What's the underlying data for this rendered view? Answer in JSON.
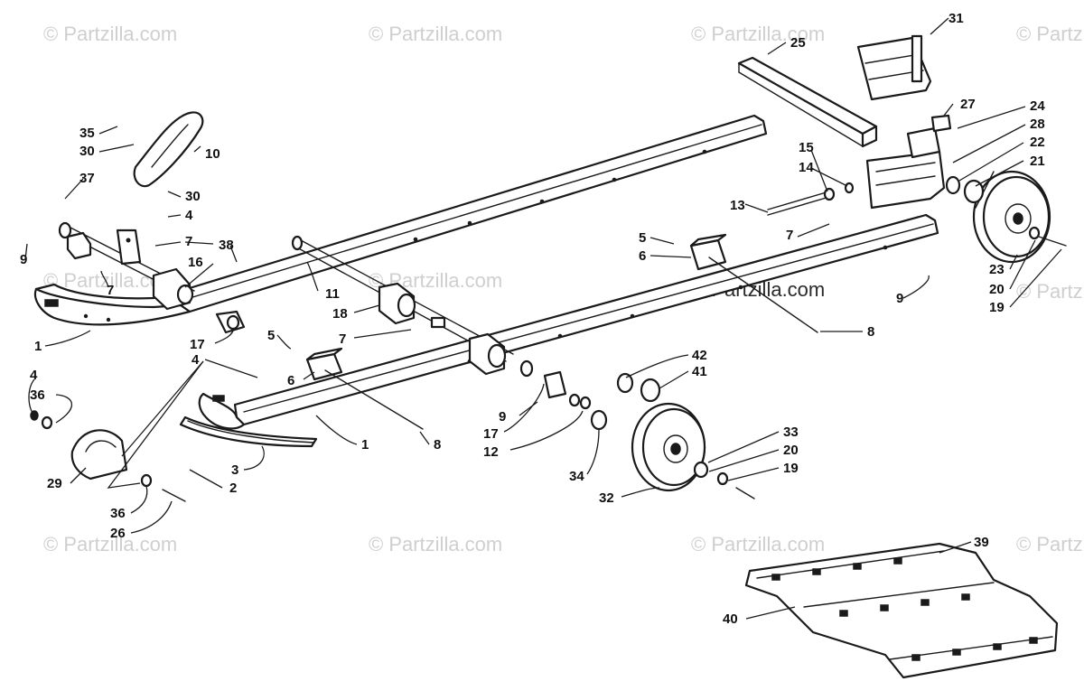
{
  "watermark": "© Partzilla.com",
  "callouts": {
    "n1a": "1",
    "n1b": "1",
    "n2": "2",
    "n3": "3",
    "n4a": "4",
    "n4b": "4",
    "n4c": "4",
    "n5a": "5",
    "n5b": "5",
    "n6a": "6",
    "n6b": "6",
    "n7a": "7",
    "n7b": "7",
    "n7c": "7",
    "n7d": "7",
    "n8a": "8",
    "n8b": "8",
    "n9a": "9",
    "n9b": "9",
    "n9c": "9",
    "n10": "10",
    "n11": "11",
    "n12": "12",
    "n13": "13",
    "n14": "14",
    "n15": "15",
    "n16": "16",
    "n17a": "17",
    "n17b": "17",
    "n18": "18",
    "n19a": "19",
    "n19b": "19",
    "n20a": "20",
    "n20b": "20",
    "n21": "21",
    "n22": "22",
    "n23": "23",
    "n24": "24",
    "n25": "25",
    "n26": "26",
    "n27": "27",
    "n28": "28",
    "n29": "29",
    "n30a": "30",
    "n30b": "30",
    "n31": "31",
    "n32": "32",
    "n33": "33",
    "n34": "34",
    "n35": "35",
    "n36a": "36",
    "n36b": "36",
    "n37": "37",
    "n38": "38",
    "n39": "39",
    "n40": "40",
    "n41": "41",
    "n42": "42"
  }
}
